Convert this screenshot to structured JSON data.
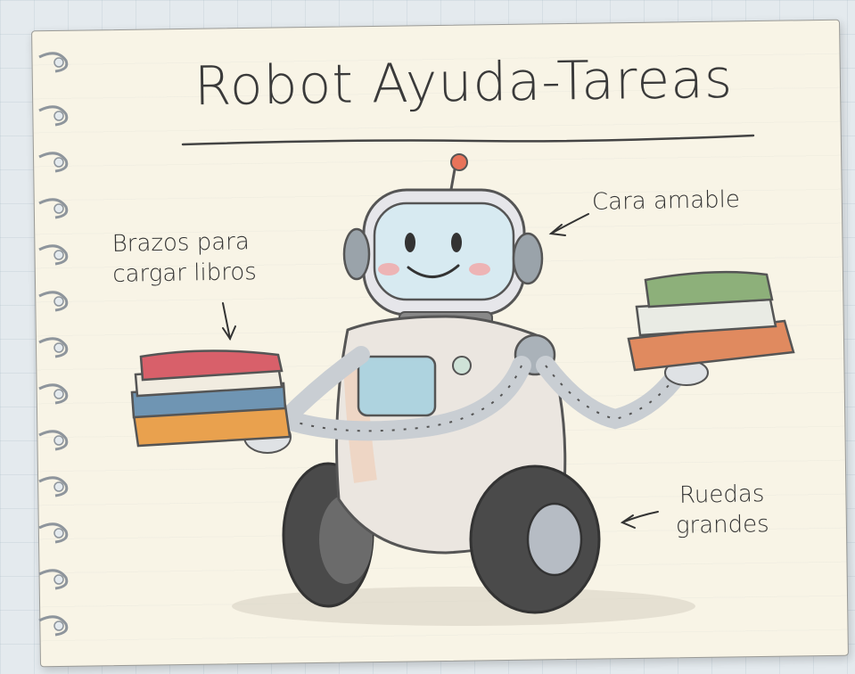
{
  "title": "Robot Ayuda-Tareas",
  "annotations": {
    "arms": [
      "Brazos para",
      "cargar libros"
    ],
    "face": "Cara amable",
    "wheels": [
      "Ruedas",
      "grandes"
    ]
  },
  "colors": {
    "paper": "#f8f4e6",
    "ink": "#333333",
    "robot_body": "#e6e6ea",
    "cheek": "#f2a6a6",
    "antenna": "#e8735a"
  },
  "icons": [
    "spiral-binding-icon",
    "robot-illustration",
    "book-stack-left",
    "book-stack-right",
    "arrow-icon"
  ]
}
